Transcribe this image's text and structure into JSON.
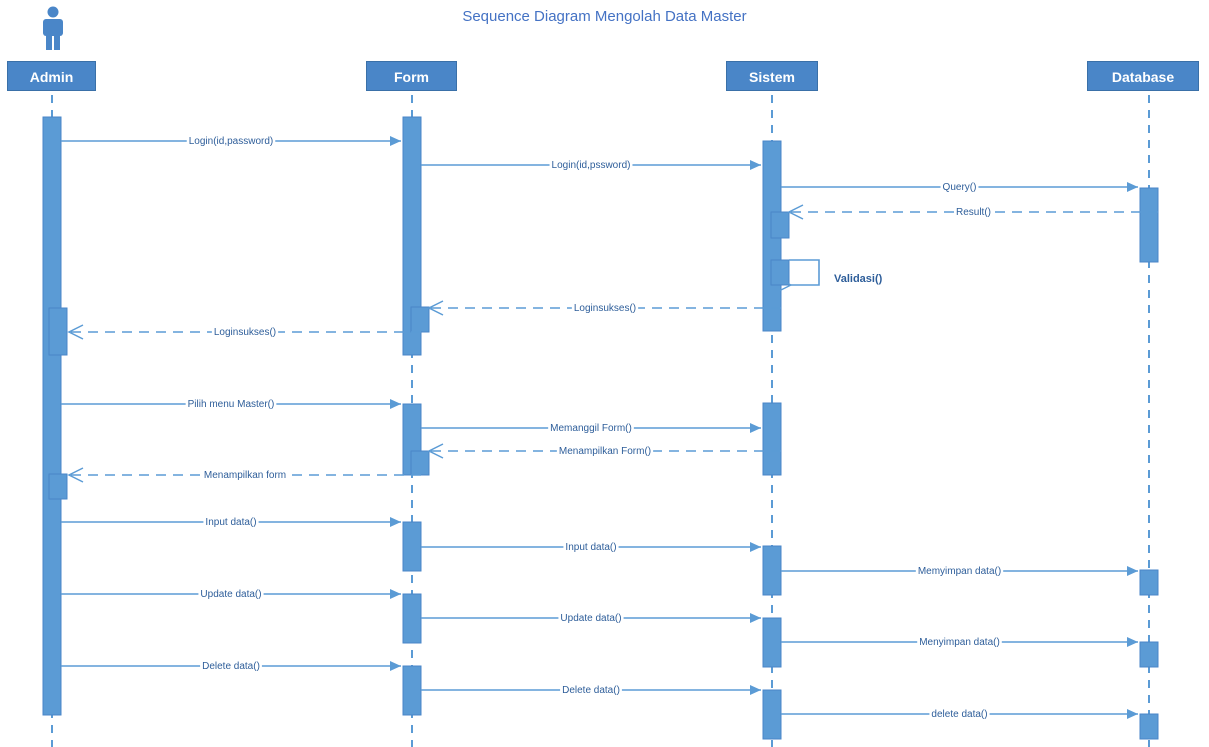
{
  "title": "Sequence Diagram Mengolah Data Master",
  "colors": {
    "accent": "#4a86c8",
    "line": "#5b9bd5",
    "title": "#4472c4"
  },
  "lifelines": [
    {
      "id": "admin",
      "label": "Admin",
      "icon": "actor-icon"
    },
    {
      "id": "form",
      "label": "Form"
    },
    {
      "id": "sistem",
      "label": "Sistem"
    },
    {
      "id": "database",
      "label": "Database"
    }
  ],
  "messages": [
    {
      "from": "admin",
      "to": "form",
      "label": "Login(id,password)",
      "kind": "sync"
    },
    {
      "from": "form",
      "to": "sistem",
      "label": "Login(id,pssword)",
      "kind": "sync"
    },
    {
      "from": "sistem",
      "to": "database",
      "label": "Query()",
      "kind": "sync"
    },
    {
      "from": "database",
      "to": "sistem",
      "label": "Result()",
      "kind": "return"
    },
    {
      "from": "sistem",
      "to": "sistem",
      "label": "Validasi()",
      "kind": "self"
    },
    {
      "from": "sistem",
      "to": "form",
      "label": "Loginsukses()",
      "kind": "return"
    },
    {
      "from": "form",
      "to": "admin",
      "label": "Loginsukses()",
      "kind": "return"
    },
    {
      "from": "admin",
      "to": "form",
      "label": "Pilih menu Master()",
      "kind": "sync"
    },
    {
      "from": "form",
      "to": "sistem",
      "label": "Memanggil Form()",
      "kind": "sync"
    },
    {
      "from": "sistem",
      "to": "form",
      "label": "Menampilkan Form()",
      "kind": "return"
    },
    {
      "from": "form",
      "to": "admin",
      "label": "Menampilkan form",
      "kind": "return"
    },
    {
      "from": "admin",
      "to": "form",
      "label": "Input data()",
      "kind": "sync"
    },
    {
      "from": "form",
      "to": "sistem",
      "label": "Input data()",
      "kind": "sync"
    },
    {
      "from": "sistem",
      "to": "database",
      "label": "Memyimpan data()",
      "kind": "sync"
    },
    {
      "from": "admin",
      "to": "form",
      "label": "Update data()",
      "kind": "sync"
    },
    {
      "from": "form",
      "to": "sistem",
      "label": "Update data()",
      "kind": "sync"
    },
    {
      "from": "sistem",
      "to": "database",
      "label": "Menyimpan data()",
      "kind": "sync"
    },
    {
      "from": "admin",
      "to": "form",
      "label": "Delete data()",
      "kind": "sync"
    },
    {
      "from": "form",
      "to": "sistem",
      "label": "Delete data()",
      "kind": "sync"
    },
    {
      "from": "sistem",
      "to": "database",
      "label": "delete data()",
      "kind": "sync"
    }
  ]
}
